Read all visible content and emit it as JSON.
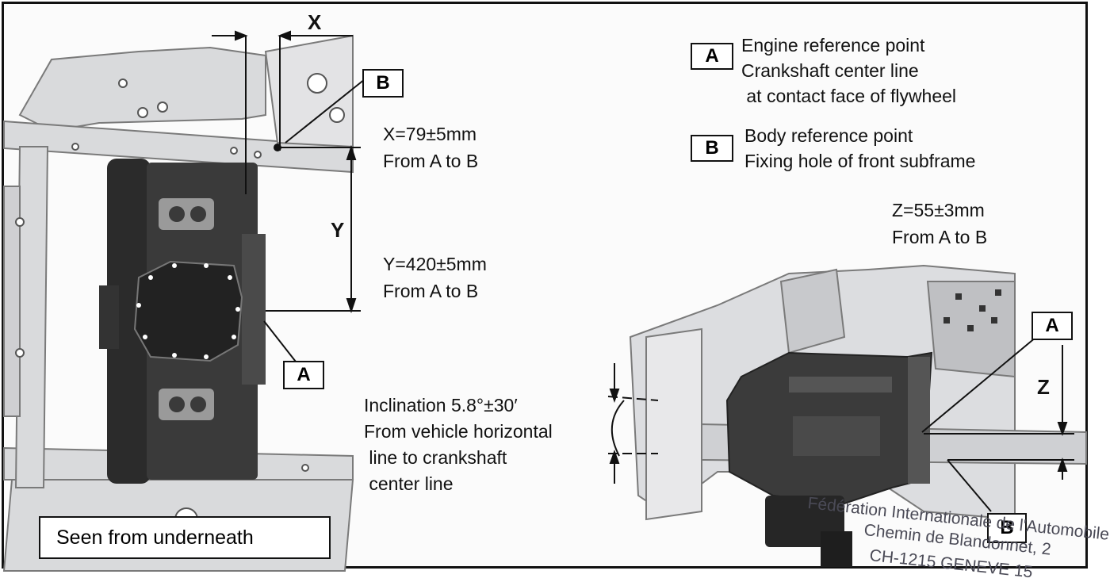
{
  "legend": {
    "a_letter": "A",
    "a_line1": "Engine reference point",
    "a_line2": "Crankshaft center line",
    "a_line3": " at contact face of flywheel",
    "b_letter": "B",
    "b_line1": "Body reference point",
    "b_line2": "Fixing hole of front subframe"
  },
  "bottom_view": {
    "x_label": "X",
    "y_label": "Y",
    "a_label": "A",
    "b_label": "B",
    "x_value": "X=79±5mm",
    "x_from": "From A to B",
    "y_value": "Y=420±5mm",
    "y_from": "From A to B",
    "caption": "Seen from underneath"
  },
  "side_view": {
    "z_value": "Z=55±3mm",
    "z_from": "From A to B",
    "z_label": "Z",
    "a_label": "A",
    "b_label": "B",
    "incl_line1": "Inclination 5.8°±30′",
    "incl_line2": "From vehicle horizontal",
    "incl_line3": " line to crankshaft",
    "incl_line4": " center line"
  },
  "stamp": {
    "line1": "Fédération Internationale de l'Automobile",
    "line2": "Chemin de Blandonnet, 2",
    "line3": "CH-1215 GENEVE 15"
  }
}
